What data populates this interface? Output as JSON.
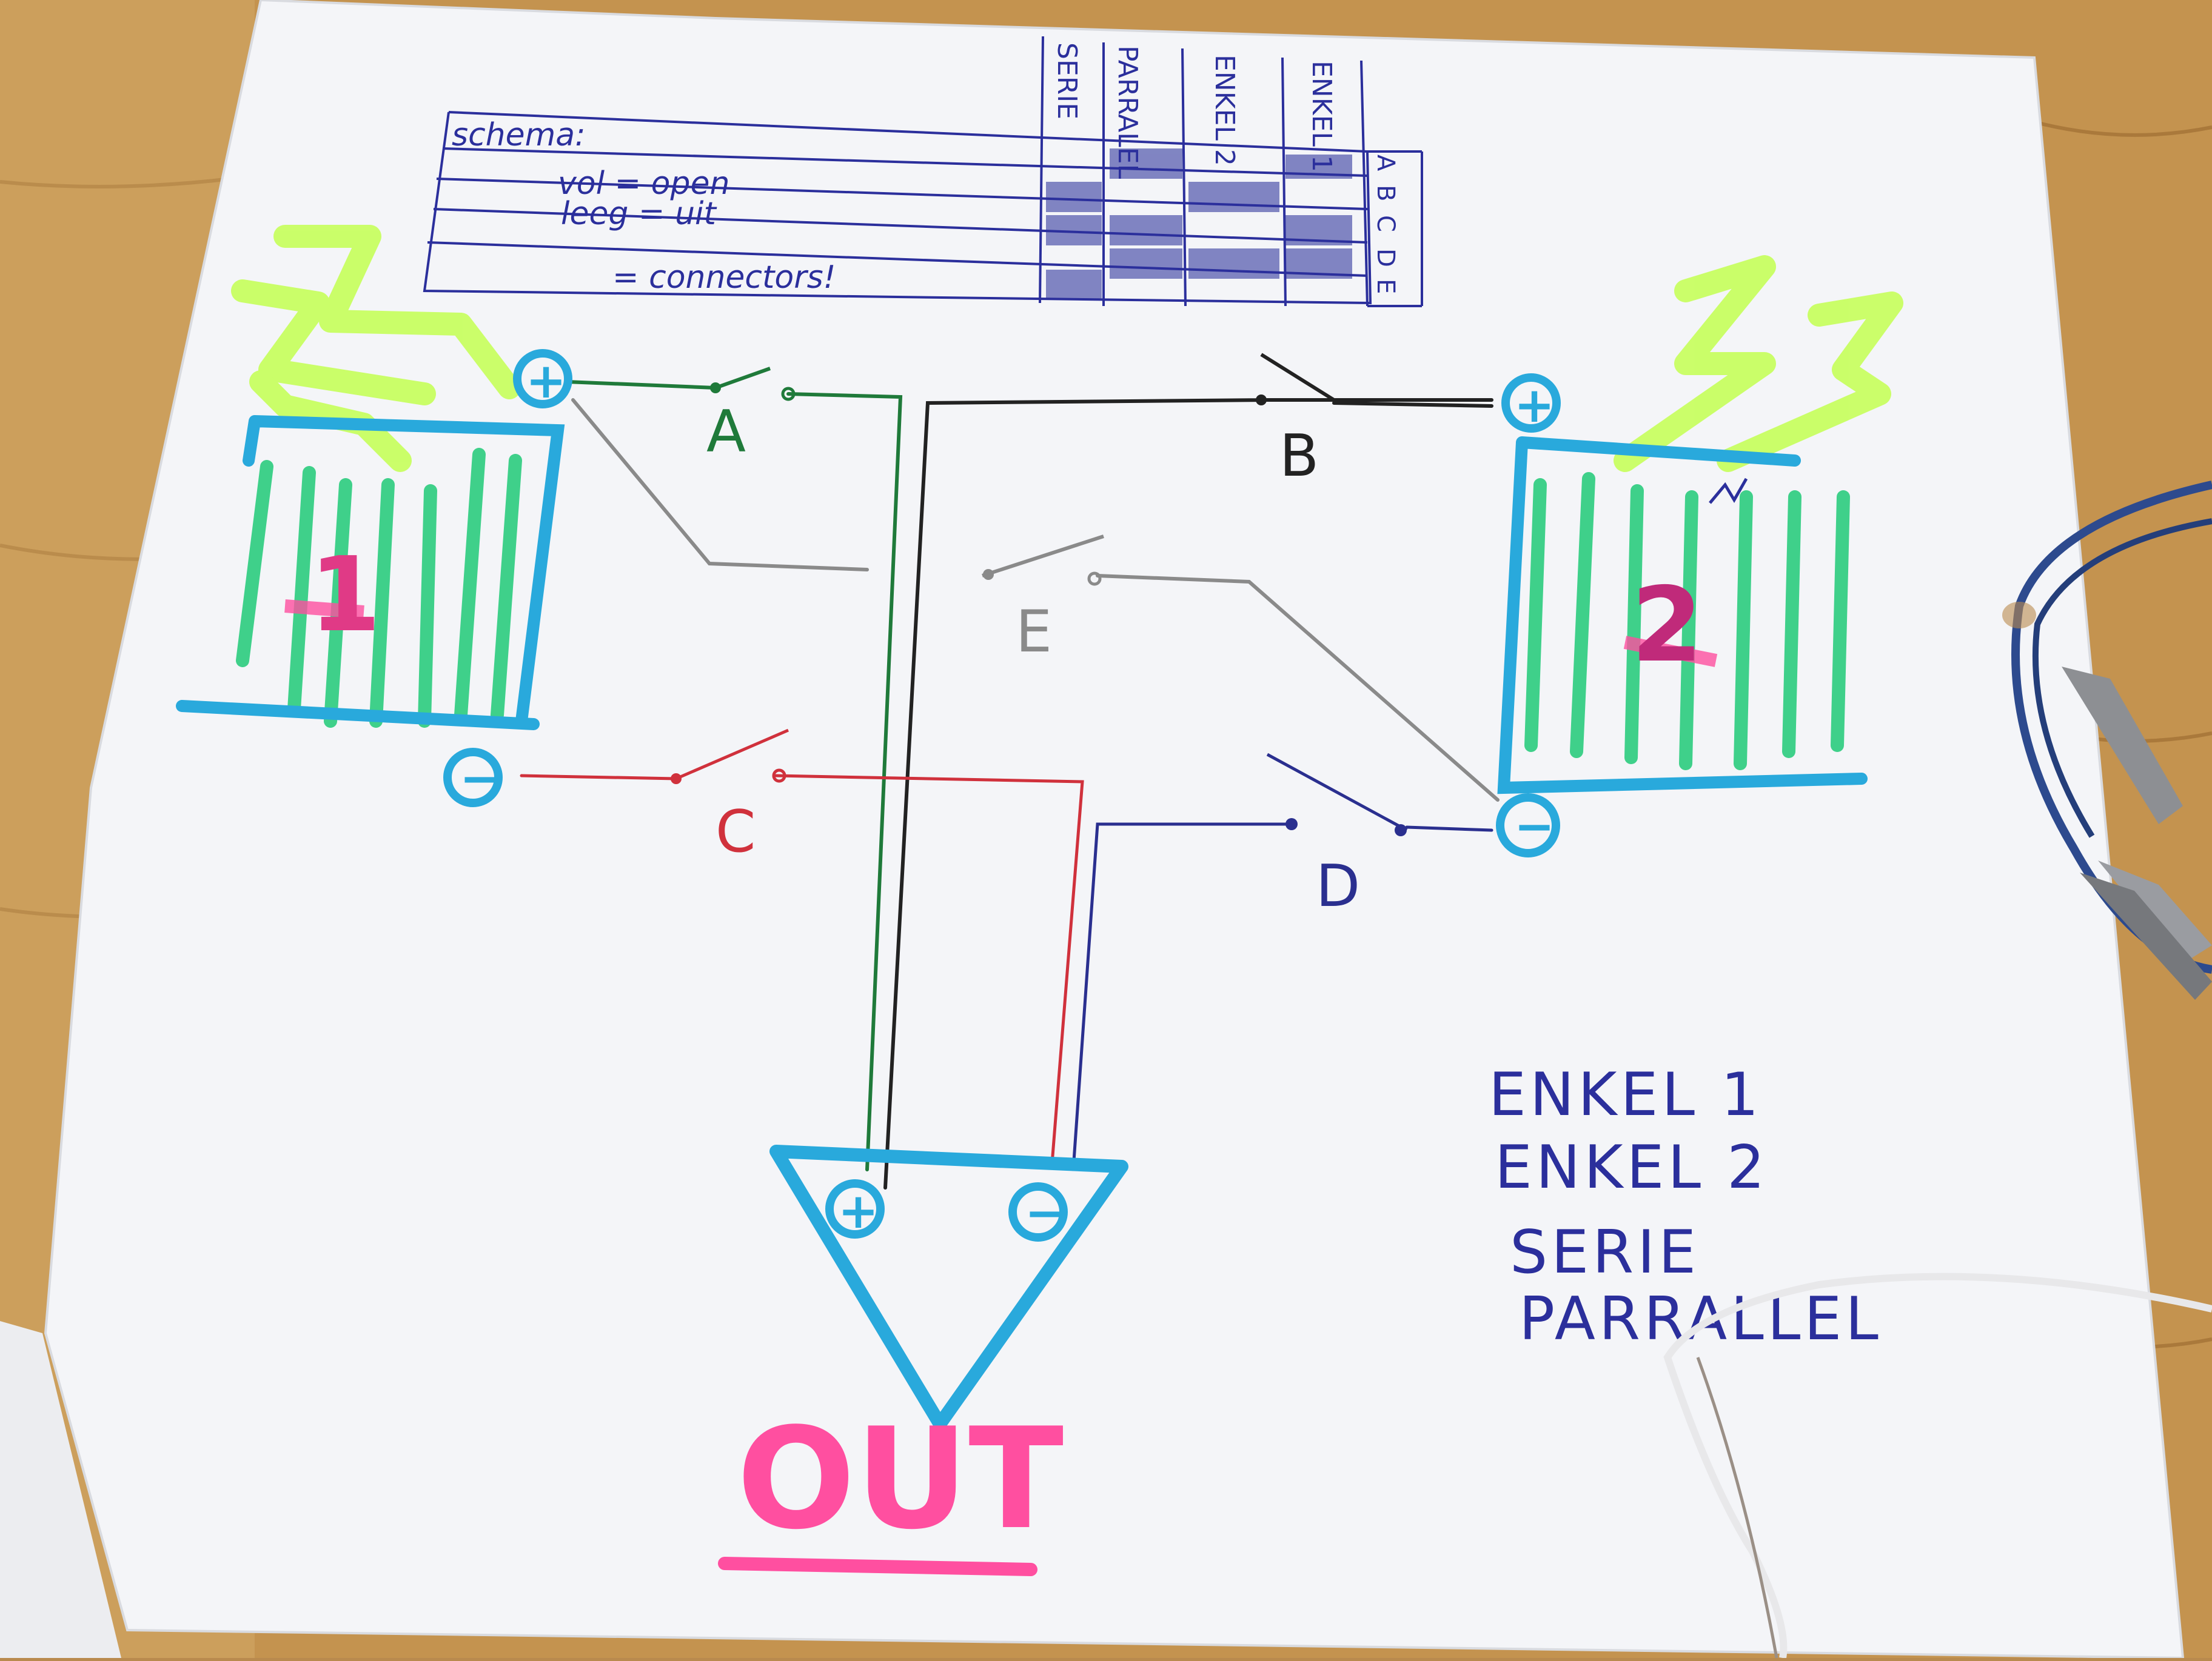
{
  "table": {
    "legend": {
      "title": "schema:",
      "line1": "vol = open",
      "line2": "leeg = uit",
      "line3": "= connectors!"
    },
    "columns": [
      "SERIE",
      "PARRALEL",
      "ENKEL 2",
      "ENKEL 1"
    ],
    "rows": [
      "A",
      "B",
      "C",
      "D",
      "E"
    ]
  },
  "switches": {
    "A": "A",
    "B": "B",
    "C": "C",
    "D": "D",
    "E": "E"
  },
  "panels": {
    "panel1": "1",
    "panel2": "2"
  },
  "terminals": {
    "plus": "+",
    "minus": "−"
  },
  "output": {
    "label": "OUT"
  },
  "notes": [
    "ENKEL 1",
    "ENKEL 2",
    "SERIE",
    "PARRALLEL"
  ],
  "colors": {
    "panel_outline": "#29a9dc",
    "panel_stripes": "#3fd08a",
    "sun_arrows": "#c6ff5a",
    "label_pink": "#ff4fa0",
    "wire_green": "#1f7a3a",
    "wire_red": "#d0313c",
    "wire_black": "#222222",
    "wire_grey": "#8a8a8a",
    "wire_blue": "#2a2f8f",
    "ink_blue": "#2b2f9c"
  }
}
